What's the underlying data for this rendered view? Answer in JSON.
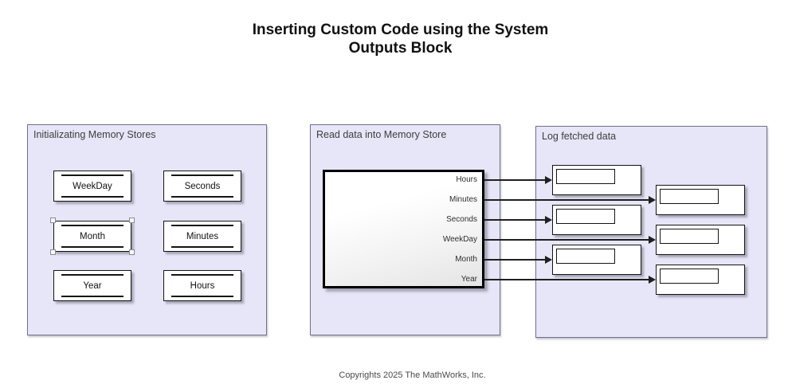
{
  "title": {
    "line1": "Inserting Custom Code using the System",
    "line2": "Outputs Block"
  },
  "areas": {
    "init": {
      "label": "Initializating Memory Stores"
    },
    "read": {
      "label": "Read data into Memory Store"
    },
    "log": {
      "label": "Log fetched data"
    }
  },
  "memory_blocks": [
    {
      "label": "WeekDay",
      "selected": false
    },
    {
      "label": "Seconds",
      "selected": false
    },
    {
      "label": "Month",
      "selected": true
    },
    {
      "label": "Minutes",
      "selected": false
    },
    {
      "label": "Year",
      "selected": false
    },
    {
      "label": "Hours",
      "selected": false
    }
  ],
  "subsystem": {
    "ports": [
      "Hours",
      "Minutes",
      "Seconds",
      "WeekDay",
      "Month",
      "Year"
    ]
  },
  "display_blocks": [
    {
      "value": ""
    },
    {
      "value": ""
    },
    {
      "value": ""
    },
    {
      "value": ""
    },
    {
      "value": ""
    },
    {
      "value": ""
    }
  ],
  "footer": {
    "copyright": "Copyrights 2025 The MathWorks, Inc."
  },
  "colors": {
    "area_fill": "#e6e6f8",
    "area_border": "#70708a",
    "wire": "#1f1f1f",
    "block_border": "#141414",
    "selection_glow": "#c9e5f5"
  }
}
